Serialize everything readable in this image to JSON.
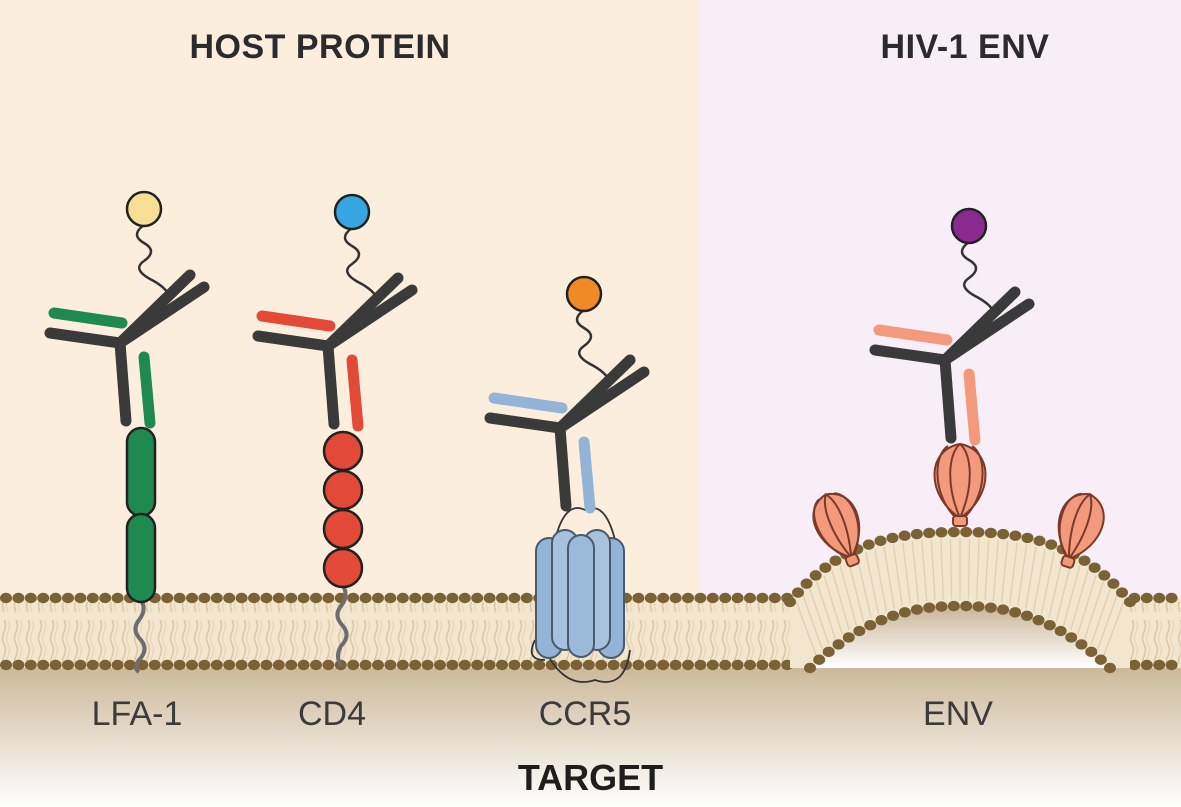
{
  "headers": {
    "host": "HOST PROTEIN",
    "hiv": "HIV-1 ENV"
  },
  "labels": {
    "lfa1": "LFA-1",
    "cd4": "CD4",
    "ccr5": "CCR5",
    "env": "ENV"
  },
  "footer": "TARGET",
  "colors": {
    "host_bg": "#fbeedd",
    "hiv_bg": "#f8eef7",
    "membrane_head": "#7a6236",
    "membrane_tail": "#e7d6b8",
    "cytoplasm": "#d9c7a8",
    "antibody": "#3a3a3a",
    "lfa1": "#1e8a4f",
    "cd4": "#e24a37",
    "ccr5": "#93b4d6",
    "env": "#f39a7c",
    "dot_lfa1": "#f8dd95",
    "dot_cd4": "#36a6e2",
    "dot_ccr5": "#ef8a27",
    "dot_env": "#8a2a8e"
  },
  "icons": [
    "antibody-icon",
    "fluorophore-icon",
    "lipid-bilayer-icon",
    "env-trimer-icon",
    "gpcr-icon"
  ]
}
